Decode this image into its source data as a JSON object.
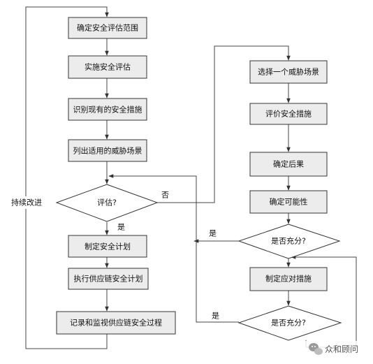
{
  "nodes": {
    "determine_scope": "确定安全评估范围",
    "conduct_assessment": "实施安全评估",
    "identify_measures": "识别现有的安全措施",
    "list_scenarios": "列出适用的威胁场景",
    "evaluate": "评估?",
    "make_plan": "制定安全计划",
    "execute_plan": "执行供应链安全计划",
    "record_monitor": "记录和监视供应链安全过程",
    "select_scenario": "选择一个威胁场景",
    "evaluate_measures": "评价安全措施",
    "determine_consequence": "确定后果",
    "determine_likelihood": "确定可能性",
    "sufficient_1": "是否充分?",
    "make_countermeasures": "制定应对措施",
    "sufficient_2": "是否充分?"
  },
  "labels": {
    "yes_evaluate": "是",
    "no_evaluate": "否",
    "yes_sufficient_1": "是",
    "yes_sufficient_2": "是",
    "continuous_improvement": "持续改进"
  },
  "watermark": {
    "icon": "wechat-icon",
    "text": "众和顾问"
  },
  "colors": {
    "box_fill": "#ececec",
    "stroke": "#333333",
    "text": "#111111"
  }
}
